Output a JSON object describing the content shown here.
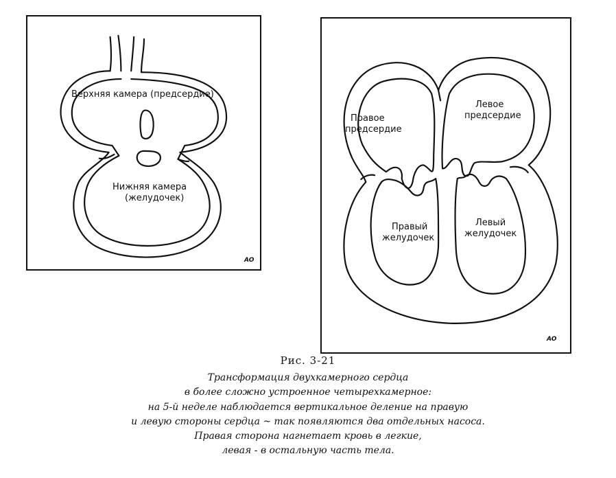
{
  "left_figure": {
    "upper_chamber_label": "Верхняя камера (предсердие)",
    "lower_chamber_label_line1": "Нижняя камера",
    "lower_chamber_label_line2": "(желудочек)",
    "signature": "AO"
  },
  "right_figure": {
    "right_atrium_line1": "Правое",
    "right_atrium_line2": "предсердие",
    "left_atrium_line1": "Левое",
    "left_atrium_line2": "предсердие",
    "right_ventricle_line1": "Правый",
    "right_ventricle_line2": "желудочек",
    "left_ventricle_line1": "Левый",
    "left_ventricle_line2": "желудочек",
    "signature": "AO"
  },
  "caption": {
    "title": "Рис. 3-21",
    "lines": [
      "Трансформация двухкамерного сердца",
      "в более сложно устроенное четырехкамерное:",
      "на 5-й неделе наблюдается вертикальное деление на правую",
      "и левую стороны сердца ~  так появляются два отдельных насоса.",
      "Правая сторона нагнетает кровь в легкие,",
      "левая -  в остальную часть тела."
    ]
  }
}
